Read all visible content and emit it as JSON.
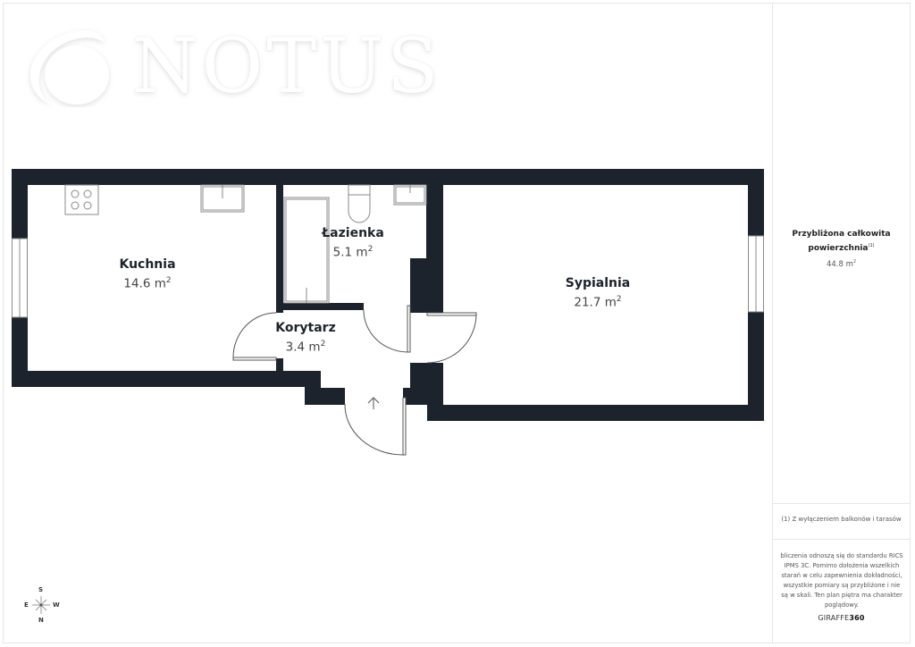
{
  "branding": {
    "logo_text": "NOTUS",
    "footer_brand_prefix": "GIRAFFE",
    "footer_brand_suffix": "360"
  },
  "rooms": [
    {
      "name": "Kuchnia",
      "area": "14.6 m",
      "unit_exp": "2"
    },
    {
      "name": "Łazienka",
      "area": "5.1 m",
      "unit_exp": "2"
    },
    {
      "name": "Korytarz",
      "area": "3.4 m",
      "unit_exp": "2"
    },
    {
      "name": "Sypialnia",
      "area": "21.7 m",
      "unit_exp": "2"
    }
  ],
  "summary": {
    "title_line1": "Przybliżona całkowita",
    "title_line2": "powierzchnia",
    "title_footnote_ref": "(1)",
    "total_area": "44.8 m",
    "total_area_exp": "2"
  },
  "footnote": "(1) Z wyłączeniem balkonów i tarasów",
  "disclaimer": "bliczenia odnoszą się do standardu RICS IPMS 3C. Pomimo dołożenia wszelkich starań w celu zapewnienia dokładności, wszystkie pomiary są przybliżone i nie są w skali. Ten plan piętra ma charakter poglądowy.",
  "compass": {
    "top": "S",
    "bottom": "N",
    "left": "E",
    "right": "W"
  },
  "colors": {
    "wall": "#1c232c",
    "fixture_line": "#888888",
    "border": "#e6e6e6"
  }
}
